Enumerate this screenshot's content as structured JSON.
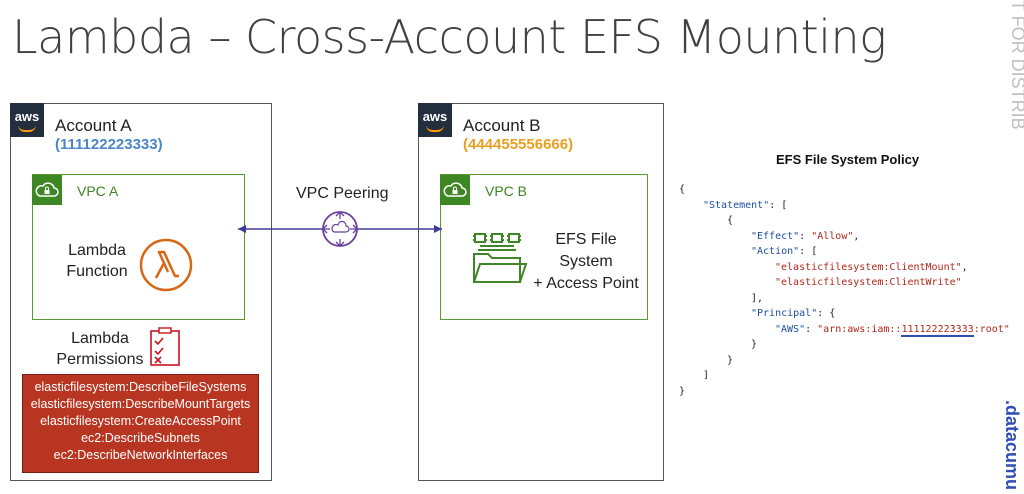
{
  "title": "Lambda – Cross-Account EFS Mounting",
  "side_text": "T FOR DISTRIBUTION",
  "side_text_2": ".datacumu",
  "aws_logo_text": "aws",
  "account_a": {
    "name": "Account A",
    "id": "(111122223333)",
    "id_color": "#4a86c8",
    "vpc": "VPC A",
    "function_label": [
      "Lambda",
      "Function"
    ],
    "permissions_label": [
      "Lambda",
      "Permissions"
    ],
    "permissions": [
      "elasticfilesystem:DescribeFileSystems",
      "elasticfilesystem:DescribeMountTargets",
      "elasticfilesystem:CreateAccessPoint",
      "ec2:DescribeSubnets",
      "ec2:DescribeNetworkInterfaces"
    ]
  },
  "account_b": {
    "name": "Account B",
    "id": "(444455556666)",
    "id_color": "#e8a020",
    "vpc": "VPC B",
    "efs_label": [
      "EFS File",
      "System",
      "+ Access Point"
    ]
  },
  "peering_label": "VPC Peering",
  "policy": {
    "title": "EFS File System Policy",
    "lines": [
      {
        "indent": 0,
        "parts": [
          {
            "t": "p",
            "v": "{"
          }
        ]
      },
      {
        "indent": 1,
        "parts": [
          {
            "t": "k",
            "v": "\"Statement\""
          },
          {
            "t": "p",
            "v": ": ["
          }
        ]
      },
      {
        "indent": 2,
        "parts": [
          {
            "t": "p",
            "v": "{"
          }
        ]
      },
      {
        "indent": 3,
        "parts": [
          {
            "t": "k",
            "v": "\"Effect\""
          },
          {
            "t": "p",
            "v": ": "
          },
          {
            "t": "s",
            "v": "\"Allow\""
          },
          {
            "t": "p",
            "v": ","
          }
        ]
      },
      {
        "indent": 3,
        "parts": [
          {
            "t": "k",
            "v": "\"Action\""
          },
          {
            "t": "p",
            "v": ": ["
          }
        ]
      },
      {
        "indent": 4,
        "parts": [
          {
            "t": "s",
            "v": "\"elasticfilesystem:ClientMount\""
          },
          {
            "t": "p",
            "v": ","
          }
        ]
      },
      {
        "indent": 4,
        "parts": [
          {
            "t": "s",
            "v": "\"elasticfilesystem:ClientWrite\""
          }
        ]
      },
      {
        "indent": 3,
        "parts": [
          {
            "t": "p",
            "v": "],"
          }
        ]
      },
      {
        "indent": 3,
        "parts": [
          {
            "t": "k",
            "v": "\"Principal\""
          },
          {
            "t": "p",
            "v": ": {"
          }
        ]
      },
      {
        "indent": 4,
        "parts": [
          {
            "t": "k",
            "v": "\"AWS\""
          },
          {
            "t": "p",
            "v": ": "
          },
          {
            "t": "s",
            "v": "\"arn:aws:iam::"
          },
          {
            "t": "su",
            "v": "111122223333"
          },
          {
            "t": "s",
            "v": ":root\""
          }
        ]
      },
      {
        "indent": 3,
        "parts": [
          {
            "t": "p",
            "v": "}"
          }
        ]
      },
      {
        "indent": 2,
        "parts": [
          {
            "t": "p",
            "v": "}"
          }
        ]
      },
      {
        "indent": 1,
        "parts": [
          {
            "t": "p",
            "v": "]"
          }
        ]
      },
      {
        "indent": 0,
        "parts": [
          {
            "t": "p",
            "v": "}"
          }
        ]
      }
    ]
  }
}
